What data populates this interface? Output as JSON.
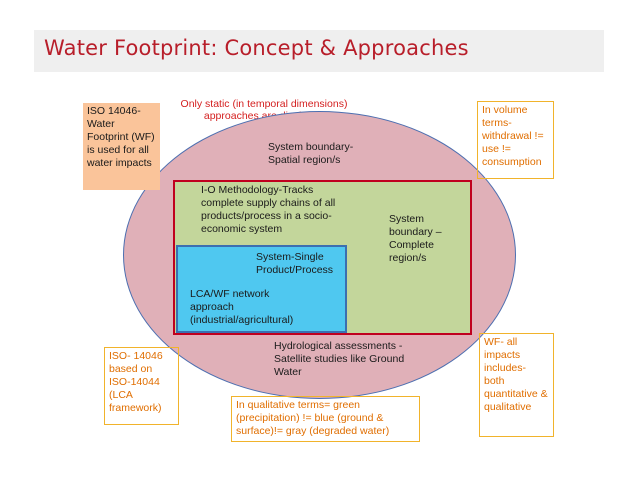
{
  "slide": {
    "title": "Water Footprint: Concept & Approaches"
  },
  "diagram": {
    "top_note": "Only static (in temporal dimensions) approaches are displayed",
    "outer_region": "System boundary- Spatial region/s",
    "io_methodology": "I-O Methodology-Tracks complete supply chains of all products/process in a socio-economic system",
    "complete_region": "System boundary – Complete region/s",
    "single_product": "System-Single Product/Process",
    "lca_network": "LCA/WF network approach (industrial/agricultural)",
    "hydrological": "Hydrological assessments - Satellite studies like Ground Water"
  },
  "callouts": {
    "iso_wf": "ISO 14046-Water Footprint (WF) is used for all water impacts",
    "volume_terms": "In volume terms-withdrawal != use != consumption",
    "iso_lca": "ISO- 14046 based on ISO-14044 (LCA framework)",
    "qualitative_terms": "In qualitative terms= green (precipitation) != blue (ground & surface)!= gray (degraded water)",
    "wf_all_impacts": "WF- all impacts includes- both quantitative & qualitative"
  },
  "colors": {
    "title": "#b81e2a",
    "ellipse_fill": "#e0b0b8",
    "green_box": "#c3d69b",
    "blue_box": "#4fc8f0",
    "callout_border": "#f1b32b",
    "orange_callout": "#fac49a"
  }
}
